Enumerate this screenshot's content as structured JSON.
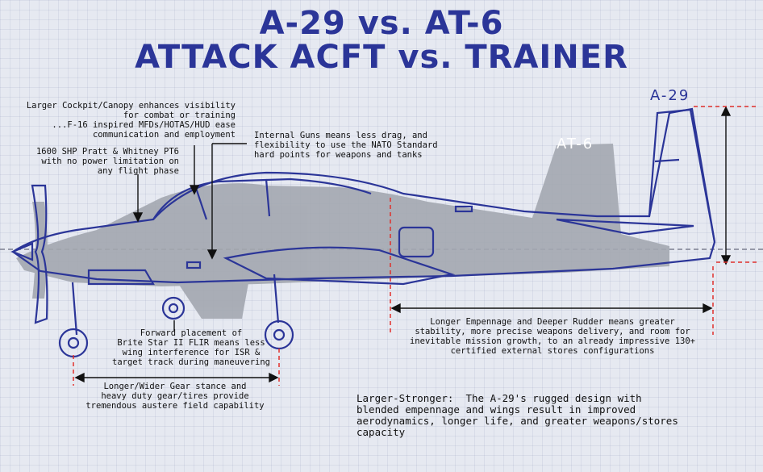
{
  "title": {
    "line1": "A-29 vs. AT-6",
    "line2": "ATTACK ACFT vs. TRAINER"
  },
  "labels": {
    "a29": "A-29",
    "at6": "AT-6"
  },
  "annotations": {
    "cockpit": "Larger Cockpit/Canopy enhances visibility\nfor combat or training\n...F-16 inspired MFDs/HOTAS/HUD ease\ncommunication and employment",
    "engine": "1600 SHP Pratt & Whitney PT6\nwith no power limitation on\nany flight phase",
    "guns": "Internal Guns means less drag, and\nflexibility to use the NATO Standard\nhard points for weapons and tanks",
    "flir": "Forward placement of\nBrite Star II FLIR means less\nwing interference for ISR &\ntarget track during maneuvering",
    "gear": "Longer/Wider Gear stance and\nheavy duty gear/tires provide\ntremendous austere field capability",
    "empennage": "Longer Empennage and Deeper Rudder means greater\nstability, more precise weapons delivery, and room for\ninevitable mission growth, to an already impressive 130+\ncertified external stores configurations",
    "summary": "Larger-Stronger:  The A-29's rugged design with\nblended empennage and wings result in improved\naerodynamics, longer life, and greater weapons/stores\ncapacity"
  },
  "colors": {
    "primary_blue": "#2b3598",
    "accent_red": "#e0302c",
    "silhouette_gray": "#a3a7b0",
    "background": "#e6e9f1"
  }
}
